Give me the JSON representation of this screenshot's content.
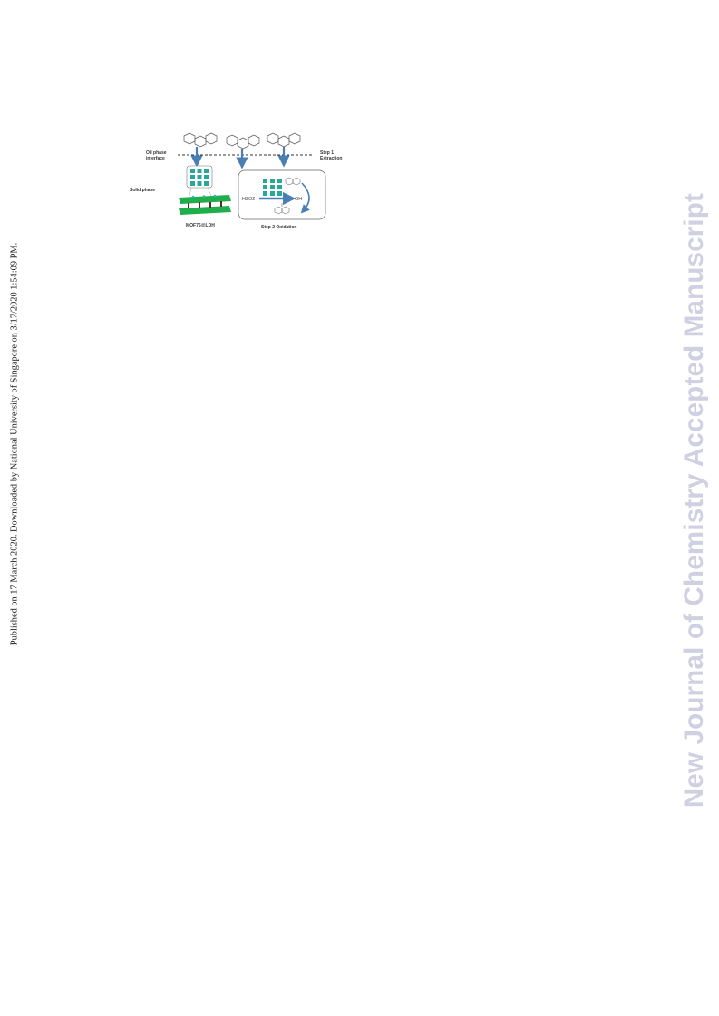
{
  "side_note": "Published on 17 March 2020. Downloaded by National University of Singapore on 3/17/2020 1:54:09 PM.",
  "watermark": "New Journal of Chemistry Accepted Manuscript",
  "figure": {
    "oil_phase_line1": "Oil phase",
    "oil_phase_line2": "interface",
    "step1_line1": "Step 1",
    "step1_line2": "Extraction",
    "solid_phase": "Solid phase",
    "material": "MOF76@LDH",
    "step2": "Step 2 Oxidation",
    "oxidant": "H2O2",
    "radical": "OH",
    "colors": {
      "arrow": "#4a7fb5",
      "mof": "#27a89a",
      "ldh": "#1fae4b"
    }
  }
}
